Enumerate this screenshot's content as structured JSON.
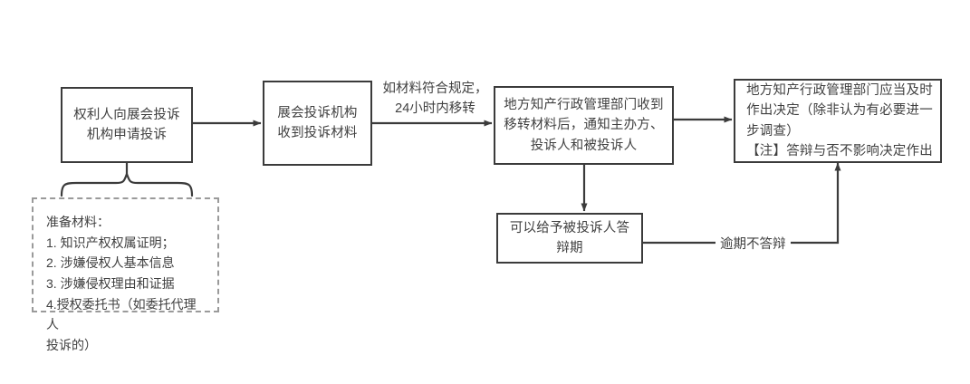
{
  "diagram": {
    "title": "展会投诉处理流程图",
    "background_color": "#ffffff",
    "line_color": "#3b3b3b",
    "dashed_border_color": "#9a9a9a",
    "text_color": "#404040"
  },
  "nodes": {
    "step1": {
      "id": "step1",
      "text": "权利人向展会投诉\n机构申请投诉"
    },
    "step2": {
      "id": "step2",
      "text": "展会投诉机构\n收到投诉材料"
    },
    "step3": {
      "id": "step3",
      "text": "地方知产行政管理部门收到\n移转材料后，通知主办方、\n投诉人和被投诉人"
    },
    "step4": {
      "id": "step4",
      "text": "地方知产行政管理部门应当及时\n作出决定（除非认为有必要进一\n步调查）\n【注】答辩与否不影响决定作出"
    },
    "step5": {
      "id": "step5",
      "text": "可以给予被投诉人答\n辩期"
    }
  },
  "note": {
    "id": "materials-note",
    "text": "准备材料：\n1. 知识产权权属证明；\n2. 涉嫌侵权人基本信息\n3. 涉嫌侵权理由和证据\n4.授权委托书（如委托代理人\n投诉的）"
  },
  "edges": {
    "transfer_label": "如材料符合规定，\n24小时内移转",
    "overdue_label": "逾期不答辩"
  }
}
